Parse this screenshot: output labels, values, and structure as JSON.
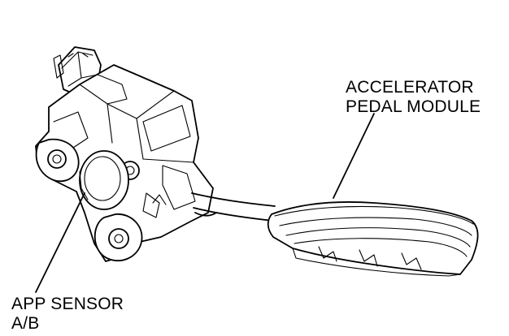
{
  "labels": {
    "pedal_module": [
      "ACCELERATOR",
      "PEDAL MODULE"
    ],
    "app_sensor": [
      "APP SENSOR",
      "A/B"
    ]
  },
  "colors": {
    "line": "#000000",
    "background": "#ffffff"
  }
}
